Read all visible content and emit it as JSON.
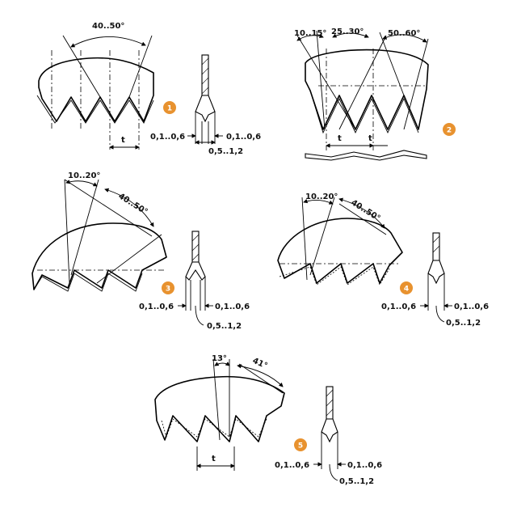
{
  "figures": [
    {
      "badge": "1",
      "angle_top": "40..50°",
      "pitch": "t",
      "dim_left": "0,1..0,6",
      "dim_right": "0,1..0,6",
      "dim_bottom": "0,5..1,2"
    },
    {
      "badge": "2",
      "angle_a": "10..15°",
      "angle_b": "25..30°",
      "angle_c": "50..60°",
      "pitch_1": "t",
      "pitch_2": "t"
    },
    {
      "badge": "3",
      "angle_a": "10..20°",
      "angle_b": "40..50°",
      "dim_left": "0,1..0,6",
      "dim_right": "0,1..0,6",
      "dim_bottom": "0,5..1,2"
    },
    {
      "badge": "4",
      "angle_a": "10..20°",
      "angle_b": "40..50°",
      "dim_left": "0,1..0,6",
      "dim_right": "0,1..0,6",
      "dim_bottom": "0,5..1,2"
    },
    {
      "badge": "5",
      "angle_a": "13°",
      "angle_b": "41°",
      "pitch": "t",
      "dim_left": "0,1..0,6",
      "dim_right": "0,1..0,6",
      "dim_bottom": "0,5..1,2"
    }
  ],
  "colors": {
    "badge": "#e8922f",
    "line": "#000000"
  }
}
